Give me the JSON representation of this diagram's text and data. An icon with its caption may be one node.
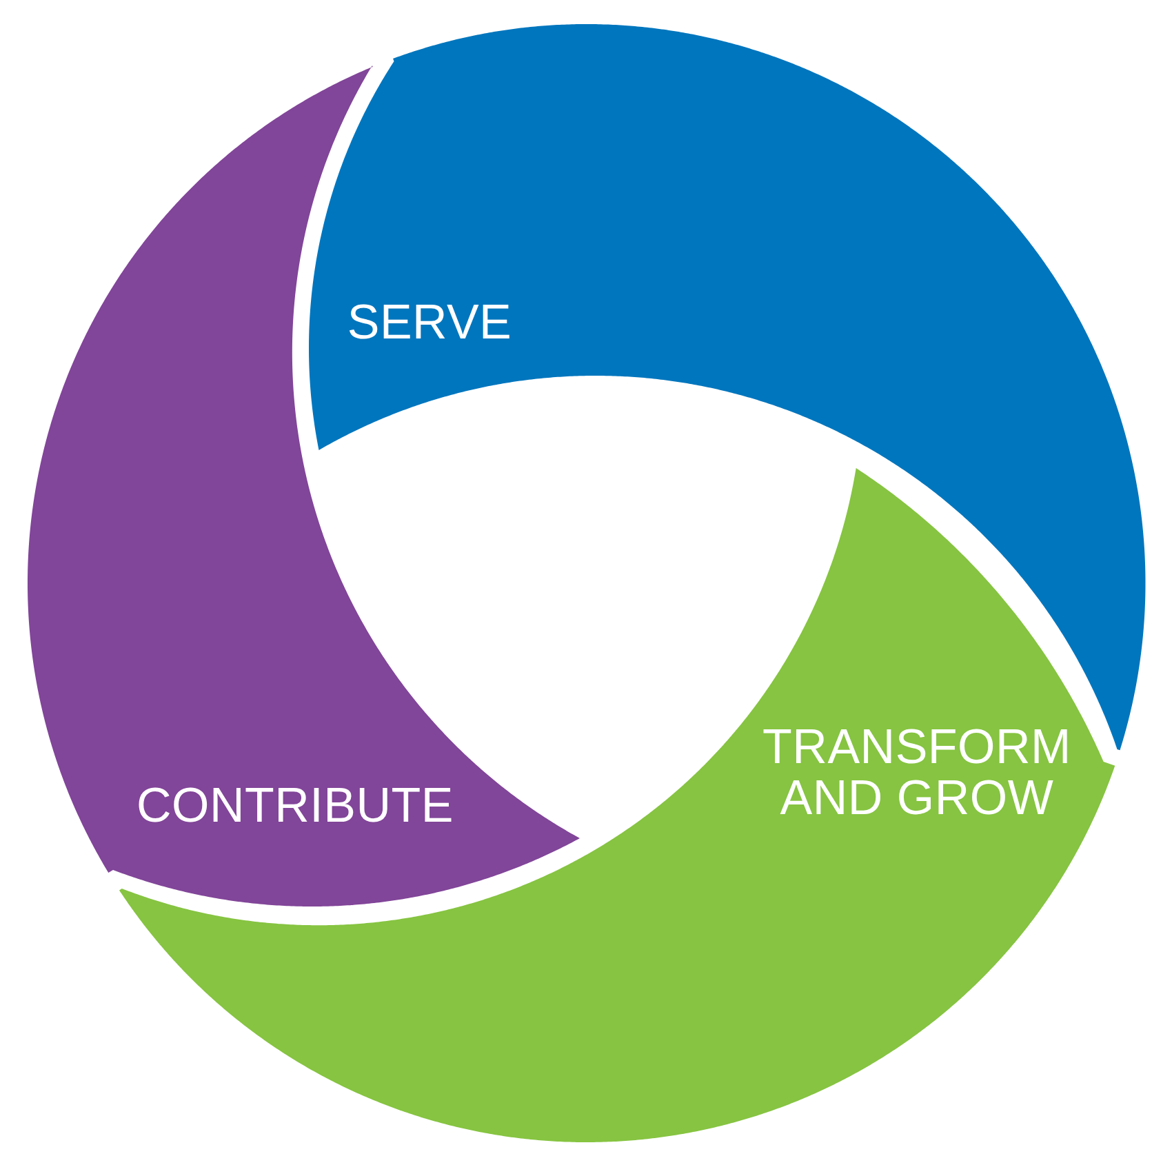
{
  "diagram": {
    "nodes": [
      {
        "text": [
          "SERVE"
        ]
      },
      {
        "text": [
          "TRANSFORM AND GROW"
        ]
      },
      {
        "text": [
          "CONTRIBUTE"
        ]
      }
    ]
  }
}
